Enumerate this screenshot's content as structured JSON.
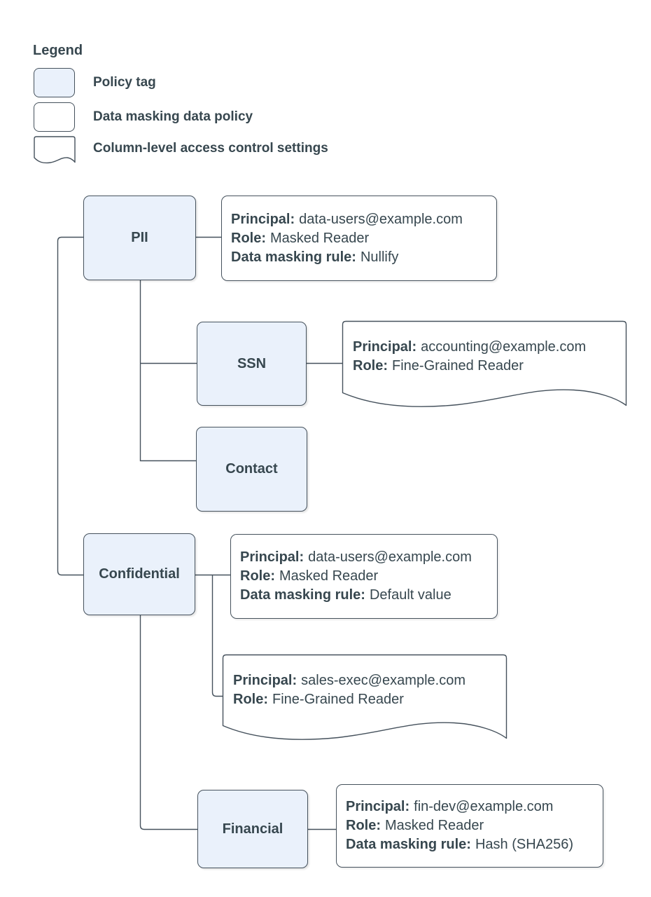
{
  "colors": {
    "policy_tag_fill": "#eaf1fb",
    "white_fill": "#ffffff",
    "shape_border": "#45515c",
    "connector": "#45515c",
    "text": "#37474f",
    "page_bg": "#ffffff"
  },
  "legend": {
    "title": "Legend",
    "items": [
      {
        "id": "policy-tag",
        "label": "Policy tag"
      },
      {
        "id": "data-masking-policy",
        "label": "Data masking data policy"
      },
      {
        "id": "column-access-control",
        "label": "Column-level access control settings"
      }
    ]
  },
  "nodes": {
    "pii": {
      "label": "PII"
    },
    "ssn": {
      "label": "SSN"
    },
    "contact": {
      "label": "Contact"
    },
    "confidential": {
      "label": "Confidential"
    },
    "financial": {
      "label": "Financial"
    }
  },
  "policies": {
    "pii_masking": {
      "lines": [
        {
          "label": "Principal:",
          "value": "data-users@example.com"
        },
        {
          "label": "Role:",
          "value": "Masked Reader"
        },
        {
          "label": "Data masking rule:",
          "value": "Nullify"
        }
      ]
    },
    "ssn_access": {
      "lines": [
        {
          "label": "Principal:",
          "value": "accounting@example.com"
        },
        {
          "label": "Role:",
          "value": "Fine-Grained Reader"
        }
      ]
    },
    "confidential_masking": {
      "lines": [
        {
          "label": "Principal:",
          "value": "data-users@example.com"
        },
        {
          "label": "Role:",
          "value": "Masked Reader"
        },
        {
          "label": "Data masking rule:",
          "value": "Default value"
        }
      ]
    },
    "confidential_access": {
      "lines": [
        {
          "label": "Principal:",
          "value": "sales-exec@example.com"
        },
        {
          "label": "Role:",
          "value": "Fine-Grained Reader"
        }
      ]
    },
    "financial_masking": {
      "lines": [
        {
          "label": "Principal:",
          "value": "fin-dev@example.com"
        },
        {
          "label": "Role:",
          "value": "Masked Reader"
        },
        {
          "label": "Data masking rule:",
          "value": "Hash (SHA256)"
        }
      ]
    }
  }
}
